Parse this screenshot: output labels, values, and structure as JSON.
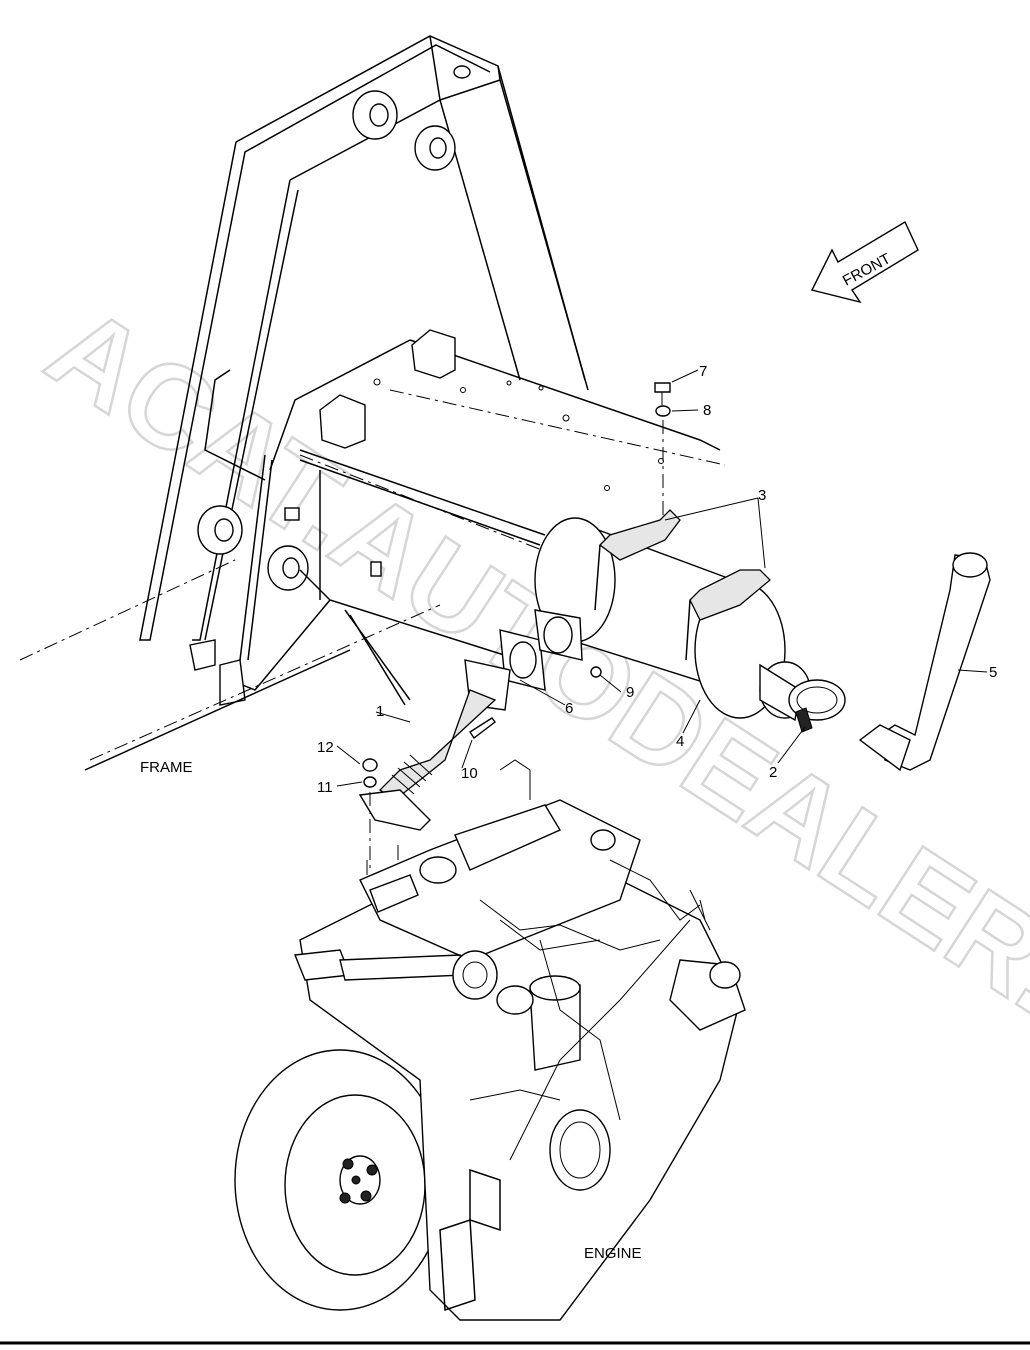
{
  "labels": {
    "frame": "FRAME",
    "engine": "ENGINE",
    "front": "FRONT",
    "watermark": "ACAT.AUTODEALER.RU"
  },
  "callouts": [
    "1",
    "2",
    "3",
    "4",
    "5",
    "6",
    "7",
    "8",
    "9",
    "10",
    "11",
    "12"
  ],
  "colors": {
    "line": "#000000",
    "background": "#ffffff",
    "watermark": "#d6d6d6"
  }
}
